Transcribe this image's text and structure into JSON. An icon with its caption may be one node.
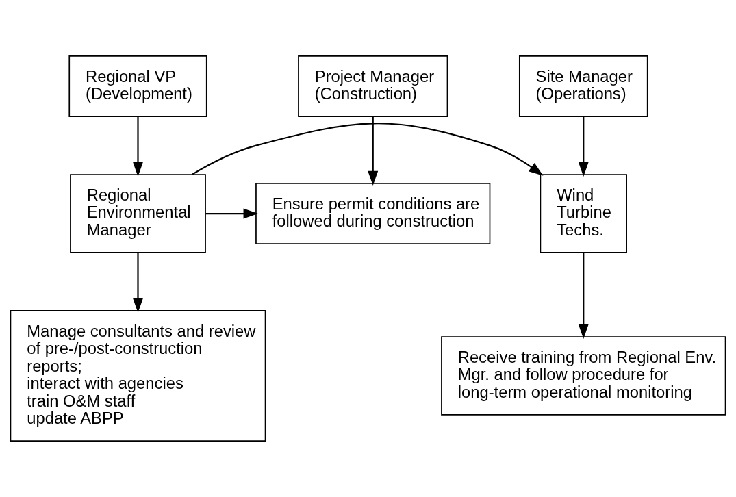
{
  "diagram": {
    "nodes": [
      {
        "text": [
          "Regional VP (Development)"
        ]
      },
      {
        "text": [
          "Project Manager (Construction)"
        ]
      },
      {
        "text": [
          "Site Manager (Operations)"
        ]
      },
      {
        "text": [
          "Ensure permit conditions are followed during construction"
        ]
      },
      {
        "text": [
          "Regional Environmental Manager"
        ]
      },
      {
        "text": [
          "Wind Turbine Techs."
        ]
      },
      {
        "text": [
          "Manage consultants and review of pre-/post-construction reports;",
          "interact with agencies",
          "train O&M staff",
          "update ABPP"
        ]
      },
      {
        "text": [
          "Receive training from Regional Env. Mgr. and follow procedure for long-term operational monitoring"
        ]
      }
    ],
    "edges": [
      {
        "from": 0,
        "to": 4,
        "arrow": "to"
      },
      {
        "from": 1,
        "to": 3,
        "arrow": "to"
      },
      {
        "from": 2,
        "to": 5,
        "arrow": "to"
      },
      {
        "from": 4,
        "to": 3,
        "arrow": "to"
      },
      {
        "from": 4,
        "to": 5,
        "arrow": "to"
      },
      {
        "from": 4,
        "to": 6,
        "arrow": "to"
      },
      {
        "from": 5,
        "to": 7,
        "arrow": "to"
      }
    ]
  }
}
